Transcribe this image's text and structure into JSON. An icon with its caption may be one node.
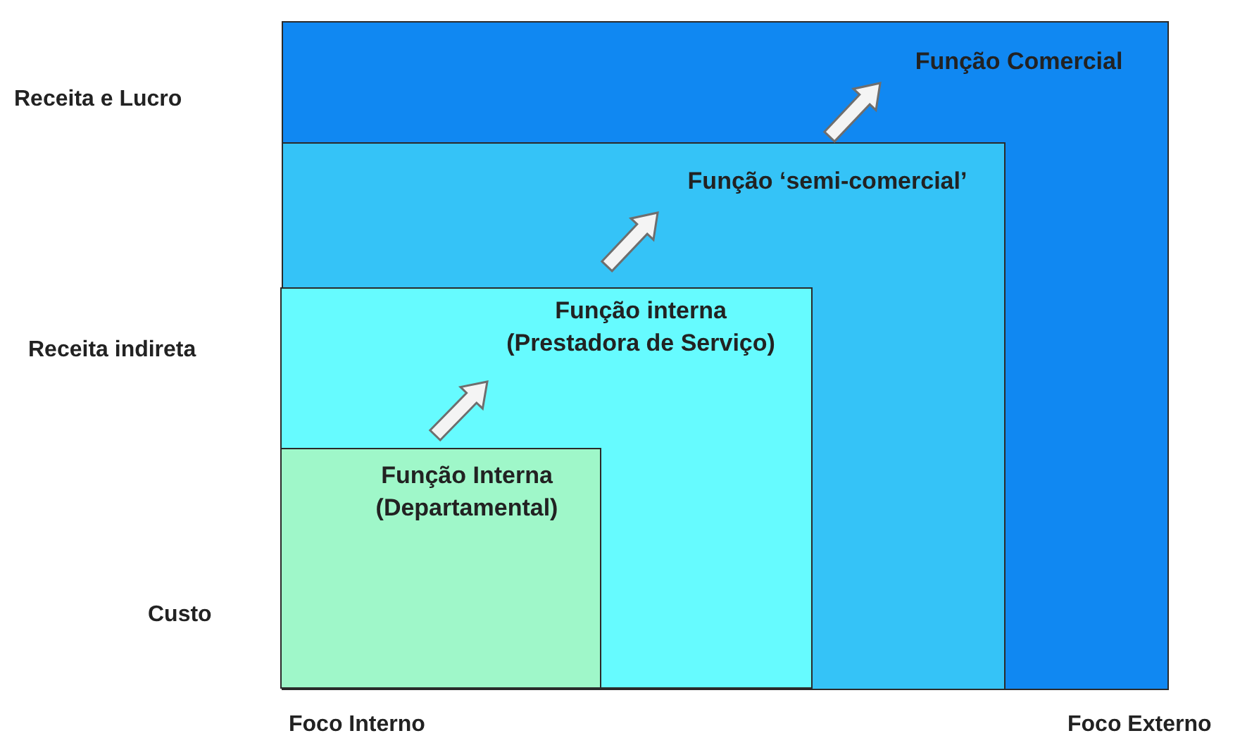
{
  "diagram": {
    "nodes": [
      {
        "text": [
          "Função Comercial"
        ]
      },
      {
        "text": [
          "Função ‘semi-comercial’"
        ],
        "in": 0
      },
      {
        "text": [
          "Função interna (Prestadora de Serviço)"
        ],
        "in": 1
      },
      {
        "text": [
          "Função Interna (Departamental)"
        ],
        "in": 2
      }
    ],
    "edges": [
      {
        "from": 3,
        "to": 2,
        "arrow": "to"
      },
      {
        "from": 2,
        "to": 1,
        "arrow": "to"
      },
      {
        "from": 1,
        "to": 0,
        "arrow": "to"
      }
    ],
    "labels": [
      "Receita e Lucro",
      "Receita indireta",
      "Custo",
      "Foco Interno",
      "Foco Externo"
    ]
  }
}
